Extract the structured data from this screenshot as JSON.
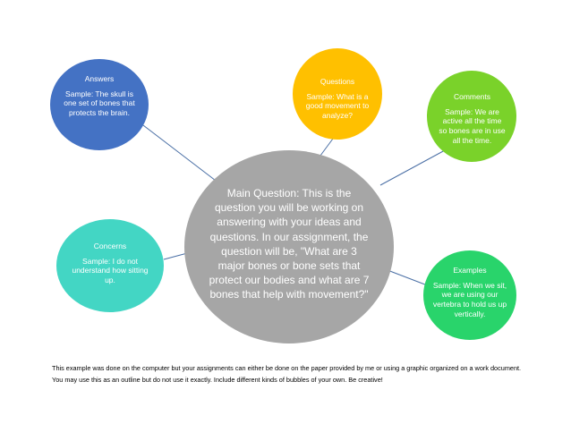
{
  "colors": {
    "answers": "#4472c4",
    "questions": "#ffc000",
    "comments": "#7ad22a",
    "concerns": "#43d6c4",
    "examples": "#29d46b",
    "main": "#a6a6a6",
    "connector": "#4a6fa5"
  },
  "nodes": {
    "answers": {
      "title": "Answers",
      "body": "Sample: The skull is one set of bones that protects the brain."
    },
    "questions": {
      "title": "Questions",
      "body": "Sample: What is a good movement to analyze?"
    },
    "comments": {
      "title": "Comments",
      "body": "Sample: We are active all the time so bones are in use all the time."
    },
    "concerns": {
      "title": "Concerns",
      "body": "Sample: I do not understand how sitting up."
    },
    "examples": {
      "title": "Examples",
      "body": "Sample: When we sit, we are using our vertebra to hold us up vertically."
    },
    "main": {
      "text": "Main Question: This is the question you will be working on answering with your ideas and questions. In our assignment, the question will be, \"What are 3 major bones or bone sets that protect our bodies and what are 7 bones that help with movement?\""
    }
  },
  "caption": "This example was done on the computer but your assignments can either be done on the paper provided by me or using a graphic organized on a work document. You may use this as an outline but do not use it exactly. Include different kinds of bubbles of your own. Be creative!"
}
